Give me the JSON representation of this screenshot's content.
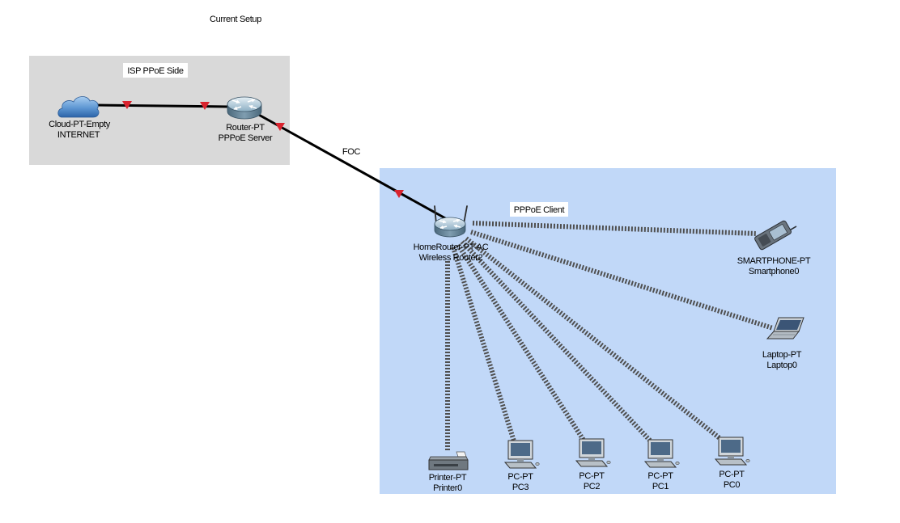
{
  "workspace": {
    "title": "Current Setup"
  },
  "areas": {
    "isp": {
      "note": "ISP PPoE Side",
      "fill": "#d9d9d9"
    },
    "client": {
      "note": "PPPoE Client",
      "fill": "#c1d8f8"
    }
  },
  "links": {
    "fiber": {
      "label": "FOC"
    }
  },
  "devices": {
    "internet": {
      "model": "Cloud-PT-Empty",
      "name": "INTERNET",
      "icon": "cloud-icon"
    },
    "pppoe_server": {
      "model": "Router-PT",
      "name": "PPPoE Server",
      "icon": "router-icon"
    },
    "wireless_router": {
      "model": "HomeRouter-PT-AC",
      "name": "Wireless Router2",
      "icon": "wireless-router-icon"
    },
    "smartphone": {
      "model": "SMARTPHONE-PT",
      "name": "Smartphone0",
      "icon": "smartphone-icon"
    },
    "laptop": {
      "model": "Laptop-PT",
      "name": "Laptop0",
      "icon": "laptop-icon"
    },
    "printer": {
      "model": "Printer-PT",
      "name": "Printer0",
      "icon": "printer-icon"
    },
    "pc3": {
      "model": "PC-PT",
      "name": "PC3",
      "icon": "pc-icon"
    },
    "pc2": {
      "model": "PC-PT",
      "name": "PC2",
      "icon": "pc-icon"
    },
    "pc1": {
      "model": "PC-PT",
      "name": "PC1",
      "icon": "pc-icon"
    },
    "pc0": {
      "model": "PC-PT",
      "name": "PC0",
      "icon": "pc-icon"
    }
  },
  "colors": {
    "cable": "#000000",
    "link_light": "#d9232e",
    "wireless_link": "#4f4f4f",
    "note_background": "#ffffff"
  }
}
